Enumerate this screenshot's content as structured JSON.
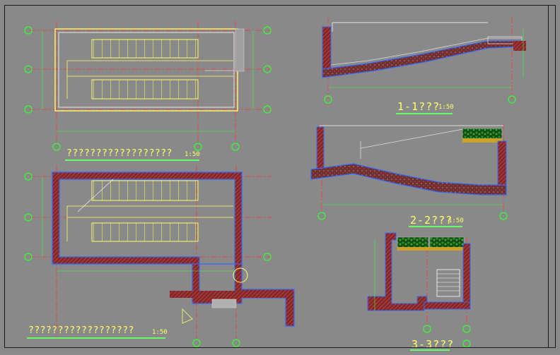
{
  "titles": {
    "plan_upper": "??????????????????",
    "plan_lower": "??????????????????",
    "section_1": "1-1???",
    "section_2": "2-2???",
    "section_3": "3-3???",
    "scale": "1:50"
  },
  "colors": {
    "background": "#898989",
    "grid_axis": "#ff3333",
    "grid_bubble": "#33ff33",
    "stair_lines": "#ffff66",
    "wall_hatch": "#cc3333",
    "waterproof": "#3366ff",
    "planting": "#1f6b1f",
    "underline": "#66ff66"
  }
}
